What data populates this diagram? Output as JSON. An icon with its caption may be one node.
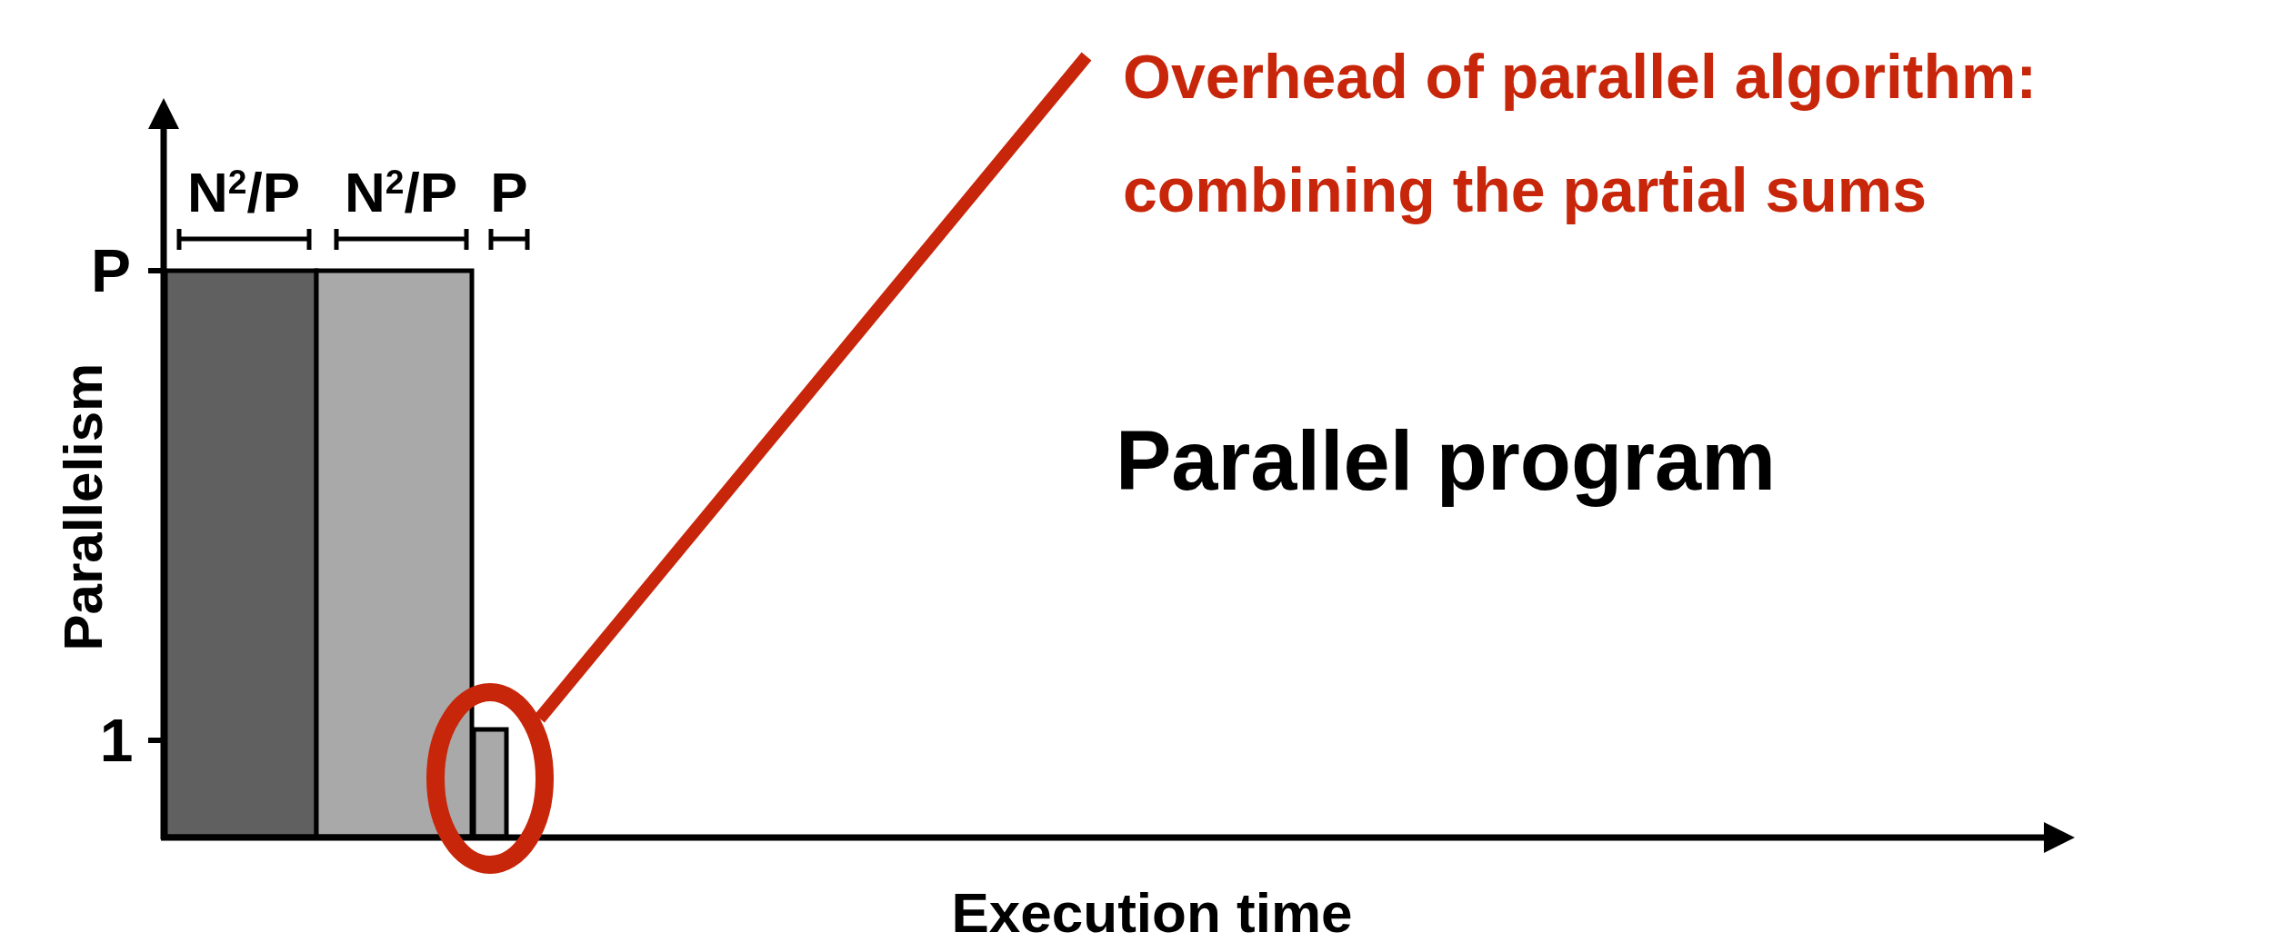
{
  "diagram": {
    "nodes": [
      {
        "text": [
          "Overhead of parallel algorithm: combining the partial sums"
        ]
      },
      {
        "text": [],
        "shape": "ellipse"
      }
    ],
    "edges": [
      {
        "from": 0,
        "to": 1,
        "arrow": "none"
      }
    ],
    "labels": [
      "N$^{2}$/P",
      "N$^{2}$/P",
      "P",
      "P",
      "Parallelism",
      "Parallel program",
      "1",
      "Execution time"
    ]
  }
}
